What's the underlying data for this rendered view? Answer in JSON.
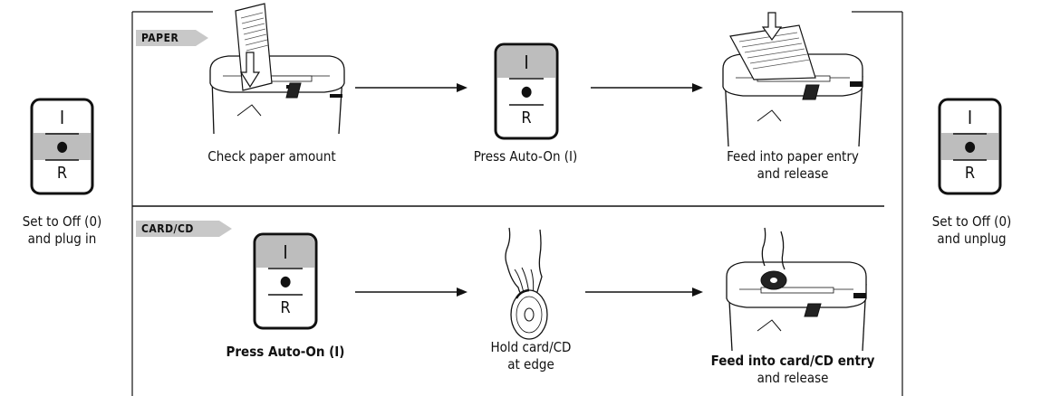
{
  "switch": {
    "top": "I",
    "mid": "●",
    "bottom": "R"
  },
  "left": {
    "line1": "Set to Off (0)",
    "line2": "and plug in"
  },
  "right": {
    "line1": "Set to Off (0)",
    "line2": "and unplug"
  },
  "paper": {
    "tag": "PAPER",
    "step1": "Check paper amount",
    "step2": "Press Auto-On (I)",
    "step3_line1": "Feed into paper entry",
    "step3_line2": "and release"
  },
  "card": {
    "tag": "CARD/CD",
    "step1": "Press Auto-On (I)",
    "step2_line1": "Hold card/CD",
    "step2_line2": "at edge",
    "step3_line1": "Feed into card/CD entry",
    "step3_line2": "and release"
  },
  "colors": {
    "line": "#111111",
    "highlight": "#bdbdbd",
    "tag_bg": "#c8c8c8"
  }
}
